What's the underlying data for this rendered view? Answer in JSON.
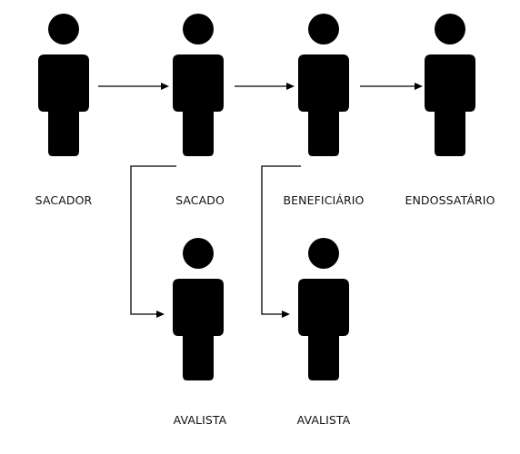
{
  "figures": [
    {
      "label": "SACADOR",
      "icon": "person-icon"
    },
    {
      "label": "SACADO",
      "icon": "person-icon"
    },
    {
      "label": "BENEFICIÁRIO",
      "icon": "person-icon"
    },
    {
      "label": "ENDOSSATÁRIO",
      "icon": "person-icon"
    },
    {
      "label": "AVALISTA",
      "icon": "person-icon"
    },
    {
      "label": "AVALISTA",
      "icon": "person-icon"
    }
  ],
  "colors": {
    "stroke": "#000000",
    "fill": "#ffffff",
    "text": "#111111"
  }
}
